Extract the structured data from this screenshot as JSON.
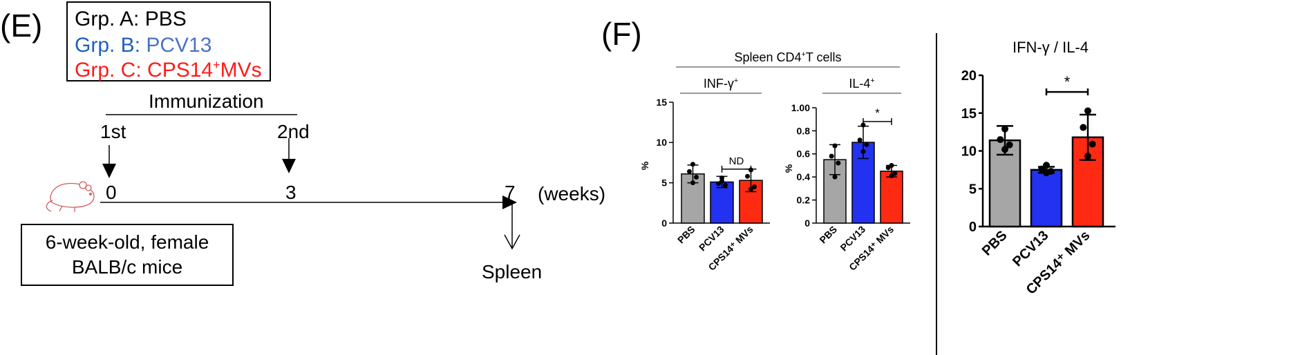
{
  "panel_e": {
    "label": "(E)",
    "legend": [
      {
        "prefix": "Grp. A:",
        "name": "PBS",
        "name_sup": "",
        "name_rest": "",
        "color": "#000000",
        "prefix_color": "#000000"
      },
      {
        "prefix": "Grp. B:",
        "name": "PCV13",
        "name_sup": "",
        "name_rest": "",
        "color": "#4a72c4",
        "prefix_color": "#1f5fbf"
      },
      {
        "prefix": "Grp. C:",
        "name": "CPS14",
        "name_sup": "+",
        "name_rest": "MVs",
        "color": "#ff1a1a",
        "prefix_color": "#ff1a1a"
      }
    ],
    "immunization_title": "Immunization",
    "first_label": "1st",
    "second_label": "2nd",
    "timepoints": [
      "0",
      "3",
      "7"
    ],
    "weeks_label": "(weeks)",
    "mouse_box_line1": "6-week-old, female",
    "mouse_box_line2": "BALB/c mice",
    "spleen_label": "Spleen",
    "mouse_icon": "mouse-icon"
  },
  "panel_f": {
    "label": "(F)",
    "group_title": "Spleen CD4",
    "group_title_sup": "+",
    "group_title_rest": "T cells"
  },
  "chart_data": [
    {
      "type": "bar",
      "title": "INF-γ",
      "title_sup": "+",
      "ylabel": "%",
      "ylim": [
        0,
        15
      ],
      "yticks": [
        "0",
        "5",
        "10",
        "15"
      ],
      "categories": [
        "PBS",
        "PCV13",
        "CPS14⁺ MVs"
      ],
      "values": [
        6.1,
        5.1,
        5.3
      ],
      "errors": [
        1.1,
        0.7,
        1.4
      ],
      "points": [
        [
          7.3,
          6.4,
          5.7,
          5.0
        ],
        [
          5.6,
          4.9,
          4.7,
          5.2
        ],
        [
          6.6,
          5.8,
          4.5,
          4.2
        ]
      ],
      "colors": [
        "#a6a6a6",
        "#2331f0",
        "#ff2a12"
      ],
      "annotation": {
        "text": "ND",
        "from": 1,
        "to": 2,
        "y": 6.7
      }
    },
    {
      "type": "bar",
      "title": "IL-4",
      "title_sup": "+",
      "ylabel": "%",
      "ylim": [
        0,
        1.0
      ],
      "yticks": [
        "0",
        "0.2",
        "0.4",
        "0.6",
        "0.8",
        "1.00"
      ],
      "categories": [
        "PBS",
        "PCV13",
        "CPS14⁺ MVs"
      ],
      "values": [
        0.55,
        0.7,
        0.45
      ],
      "errors": [
        0.13,
        0.14,
        0.05
      ],
      "points": [
        [
          0.67,
          0.58,
          0.52,
          0.4
        ],
        [
          0.85,
          0.72,
          0.68,
          0.62
        ],
        [
          0.5,
          0.48,
          0.43,
          0.41
        ]
      ],
      "colors": [
        "#a6a6a6",
        "#2331f0",
        "#ff2a12"
      ],
      "annotation": {
        "text": "*",
        "from": 1,
        "to": 2,
        "y": 0.88
      }
    },
    {
      "type": "bar",
      "title": "IFN-γ / IL-4",
      "title_sup": "",
      "ylabel": "",
      "ylim": [
        0,
        20
      ],
      "yticks": [
        "0",
        "5",
        "10",
        "15",
        "20"
      ],
      "categories": [
        "PBS",
        "PCV13",
        "CPS14⁺ MVs"
      ],
      "values": [
        11.4,
        7.5,
        11.8
      ],
      "errors": [
        1.9,
        0.4,
        3.0
      ],
      "points": [
        [
          12.9,
          11.5,
          10.8,
          10.2
        ],
        [
          8.1,
          7.6,
          7.3,
          7.1
        ],
        [
          15.3,
          13.1,
          10.9,
          9.3
        ]
      ],
      "colors": [
        "#a6a6a6",
        "#2331f0",
        "#ff2a12"
      ],
      "annotation": {
        "text": "*",
        "from": 1,
        "to": 2,
        "y": 17.8
      }
    }
  ]
}
